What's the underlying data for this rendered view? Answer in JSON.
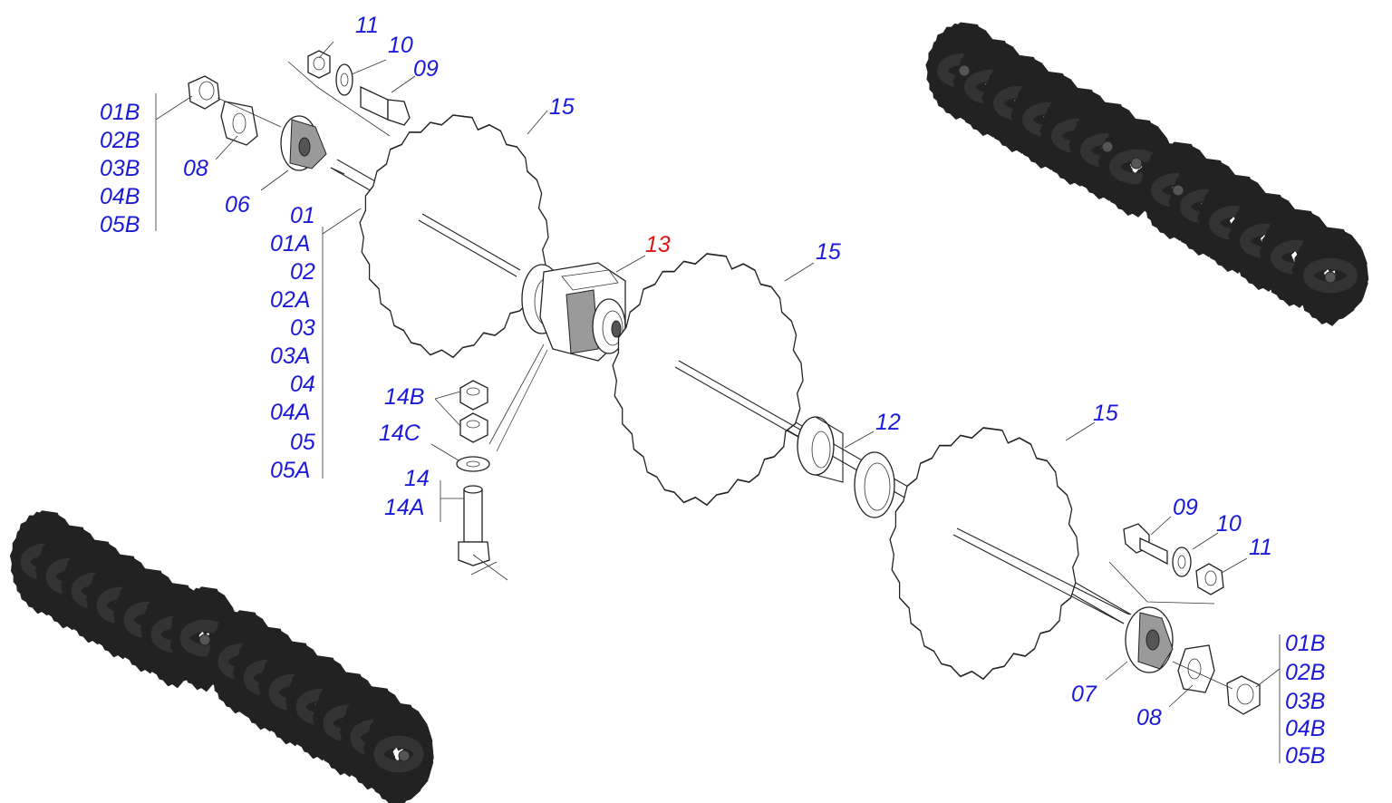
{
  "labels": {
    "top_11": "11",
    "top_10": "10",
    "top_09": "09",
    "left_01B": "01B",
    "left_02B": "02B",
    "left_03B": "03B",
    "left_04B": "04B",
    "left_05B": "05B",
    "left_08": "08",
    "left_06": "06",
    "disc1_15": "15",
    "shaft_01": "01",
    "shaft_01A": "01A",
    "shaft_02": "02",
    "shaft_02A": "02A",
    "shaft_03": "03",
    "shaft_03A": "03A",
    "shaft_04": "04",
    "shaft_04A": "04A",
    "shaft_05": "05",
    "shaft_05A": "05A",
    "bearing_13": "13",
    "disc2_15": "15",
    "bolt_14B": "14B",
    "bolt_14C": "14C",
    "bolt_14": "14",
    "bolt_14A": "14A",
    "spool_12": "12",
    "disc3_15": "15",
    "right_09": "09",
    "right_10": "10",
    "right_11": "11",
    "right_07": "07",
    "right_08": "08",
    "right_01B": "01B",
    "right_02B": "02B",
    "right_03B": "03B",
    "right_04B": "04B",
    "right_05B": "05B"
  },
  "colors": {
    "label": "#1a1ad8",
    "highlight_label": "#e01616",
    "line": "#222222"
  }
}
